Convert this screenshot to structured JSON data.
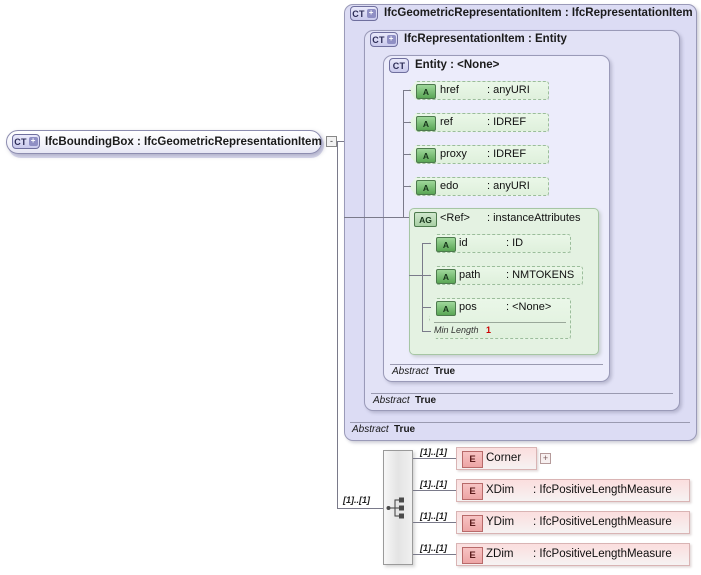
{
  "diagram": {
    "kind": "xsd-schema-diagram",
    "root": {
      "badge": "CT",
      "badge_expand": "+",
      "label": "IfcBoundingBox : IfcGeometricRepresentationItem",
      "name": "IfcBoundingBox",
      "type": "IfcGeometricRepresentationItem",
      "expander": "-"
    },
    "containers": [
      {
        "badge": "CT",
        "badge_expand": "+",
        "label": "IfcGeometricRepresentationItem : IfcRepresentationItem",
        "abstract_label": "Abstract",
        "abstract_value": "True"
      },
      {
        "badge": "CT",
        "badge_expand": "+",
        "label": "IfcRepresentationItem : Entity",
        "abstract_label": "Abstract",
        "abstract_value": "True"
      },
      {
        "badge": "CT",
        "badge_expand": "",
        "label": "Entity    : <None>",
        "abstract_label": "Abstract",
        "abstract_value": "True"
      }
    ],
    "attributes": [
      {
        "badge": "A",
        "name": "href",
        "type": ": anyURI"
      },
      {
        "badge": "A",
        "name": "ref",
        "type": ": IDREF"
      },
      {
        "badge": "A",
        "name": "proxy",
        "type": ": IDREF"
      },
      {
        "badge": "A",
        "name": "edo",
        "type": ": anyURI"
      }
    ],
    "attribute_group": {
      "badge": "AG",
      "name": "<Ref>",
      "type": ": instanceAttributes",
      "members": [
        {
          "badge": "A",
          "name": "id",
          "type": ": ID"
        },
        {
          "badge": "A",
          "name": "path",
          "type": ": NMTOKENS"
        },
        {
          "badge": "A",
          "name": "pos",
          "type": ": <None>",
          "facet_label": "Min Length",
          "facet_value": "1"
        }
      ]
    },
    "sequence": {
      "icon": "sequence-compositor-icon",
      "multiplicity": "[1]..[1]"
    },
    "elements": [
      {
        "badge": "E",
        "name": "Corner",
        "type": "",
        "multiplicity": "[1]..[1]",
        "expander": "+"
      },
      {
        "badge": "E",
        "name": "XDim",
        "type": ": IfcPositiveLengthMeasure",
        "multiplicity": "[1]..[1]",
        "expander": ""
      },
      {
        "badge": "E",
        "name": "YDim",
        "type": ": IfcPositiveLengthMeasure",
        "multiplicity": "[1]..[1]",
        "expander": ""
      },
      {
        "badge": "E",
        "name": "ZDim",
        "type": ": IfcPositiveLengthMeasure",
        "multiplicity": "[1]..[1]",
        "expander": ""
      }
    ],
    "colors": {
      "container_l1": "#dcdcf4",
      "container_l2": "#e2e2f6",
      "container_l3": "#ececfb",
      "attribute_green": "#e3f2e0",
      "element_pink": "#fbdede",
      "facet_red": "#cc0000",
      "line": "#7a7a8a"
    }
  }
}
